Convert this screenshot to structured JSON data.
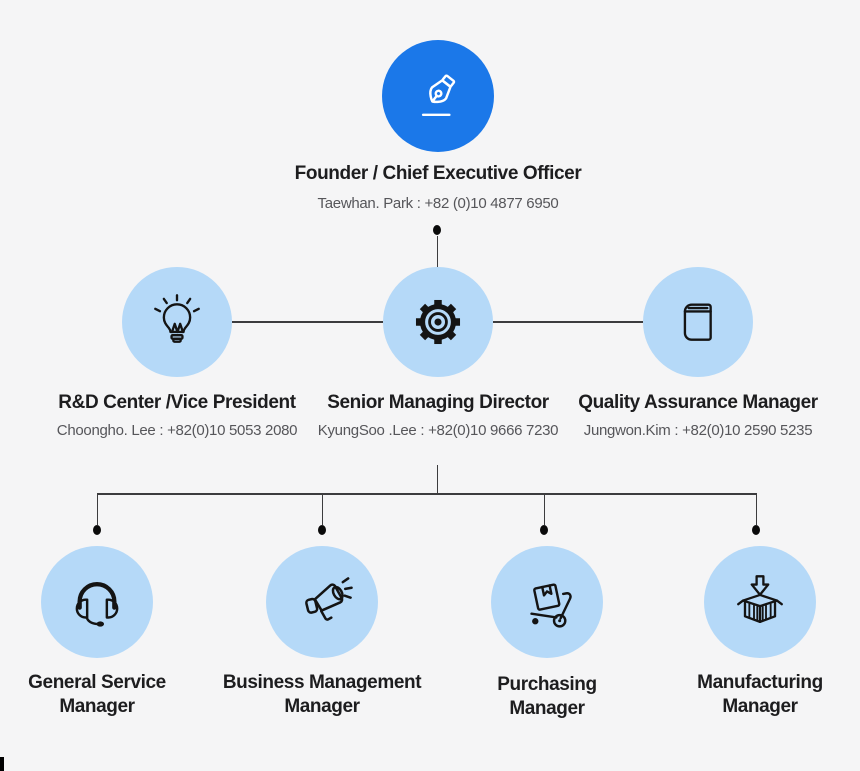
{
  "palette": {
    "background": "#f5f5f6",
    "node_blue": "#1b78e9",
    "node_light_blue": "#b5d9f8",
    "title_text": "#1d1d1f",
    "subtitle_text": "#56565a",
    "line": "#3c3c3e",
    "dot": "#0a0a0a"
  },
  "chart": {
    "ceo": {
      "title": "Founder / Chief Executive Officer",
      "contact": "Taewhan. Park : +82 (0)10 4877 6950",
      "icon": "fountain-pen-icon"
    },
    "level2": [
      {
        "title": "R&D Center /Vice President",
        "contact": "Choongho. Lee : +82(0)10 5053 2080",
        "icon": "lightbulb-icon"
      },
      {
        "title": "Senior Managing Director",
        "contact": "KyungSoo .Lee : +82(0)10 9666 7230",
        "icon": "gear-icon"
      },
      {
        "title": "Quality Assurance Manager",
        "contact": "Jungwon.Kim : +82(0)10 2590 5235",
        "icon": "book-icon"
      }
    ],
    "level3": [
      {
        "line1": "General Service",
        "line2": "Manager",
        "icon": "headset-icon"
      },
      {
        "line1": "Business Management",
        "line2": "Manager",
        "icon": "megaphone-icon"
      },
      {
        "line1": "Purchasing",
        "line2": "Manager",
        "icon": "hand-truck-icon"
      },
      {
        "line1": "Manufacturing",
        "line2": "Manager",
        "icon": "open-box-icon"
      }
    ]
  }
}
